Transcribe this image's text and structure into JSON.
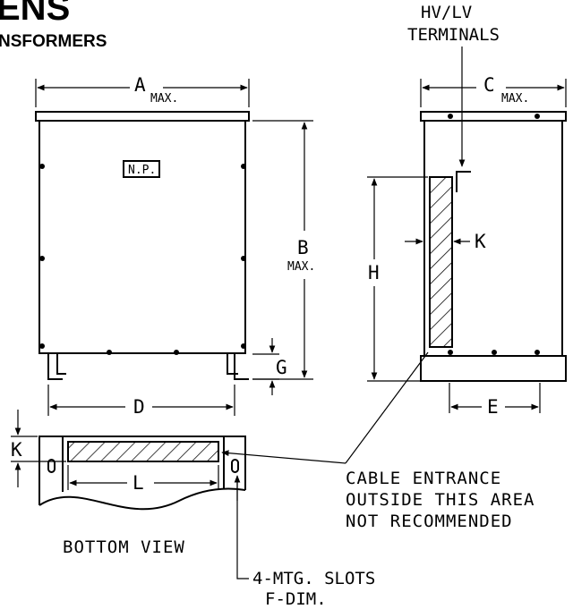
{
  "brand": {
    "title_fragment": "ENS",
    "subtitle_fragment": "NSFORMERS"
  },
  "labels": {
    "hv_lv_line1": "HV/LV",
    "hv_lv_line2": "TERMINALS",
    "a": "A",
    "a_max": "MAX.",
    "c": "C",
    "c_max": "MAX.",
    "b": "B",
    "b_max": "MAX.",
    "np": "N.P.",
    "h": "H",
    "k_side": "K",
    "g": "G",
    "d": "D",
    "e": "E",
    "k_bottom": "K",
    "l": "L",
    "cable_line1": "CABLE ENTRANCE",
    "cable_line2": "OUTSIDE THIS AREA",
    "cable_line3": "NOT RECOMMENDED",
    "bottom_view": "BOTTOM VIEW",
    "slots_line1": "4-MTG. SLOTS",
    "slots_line2": "F-DIM."
  }
}
